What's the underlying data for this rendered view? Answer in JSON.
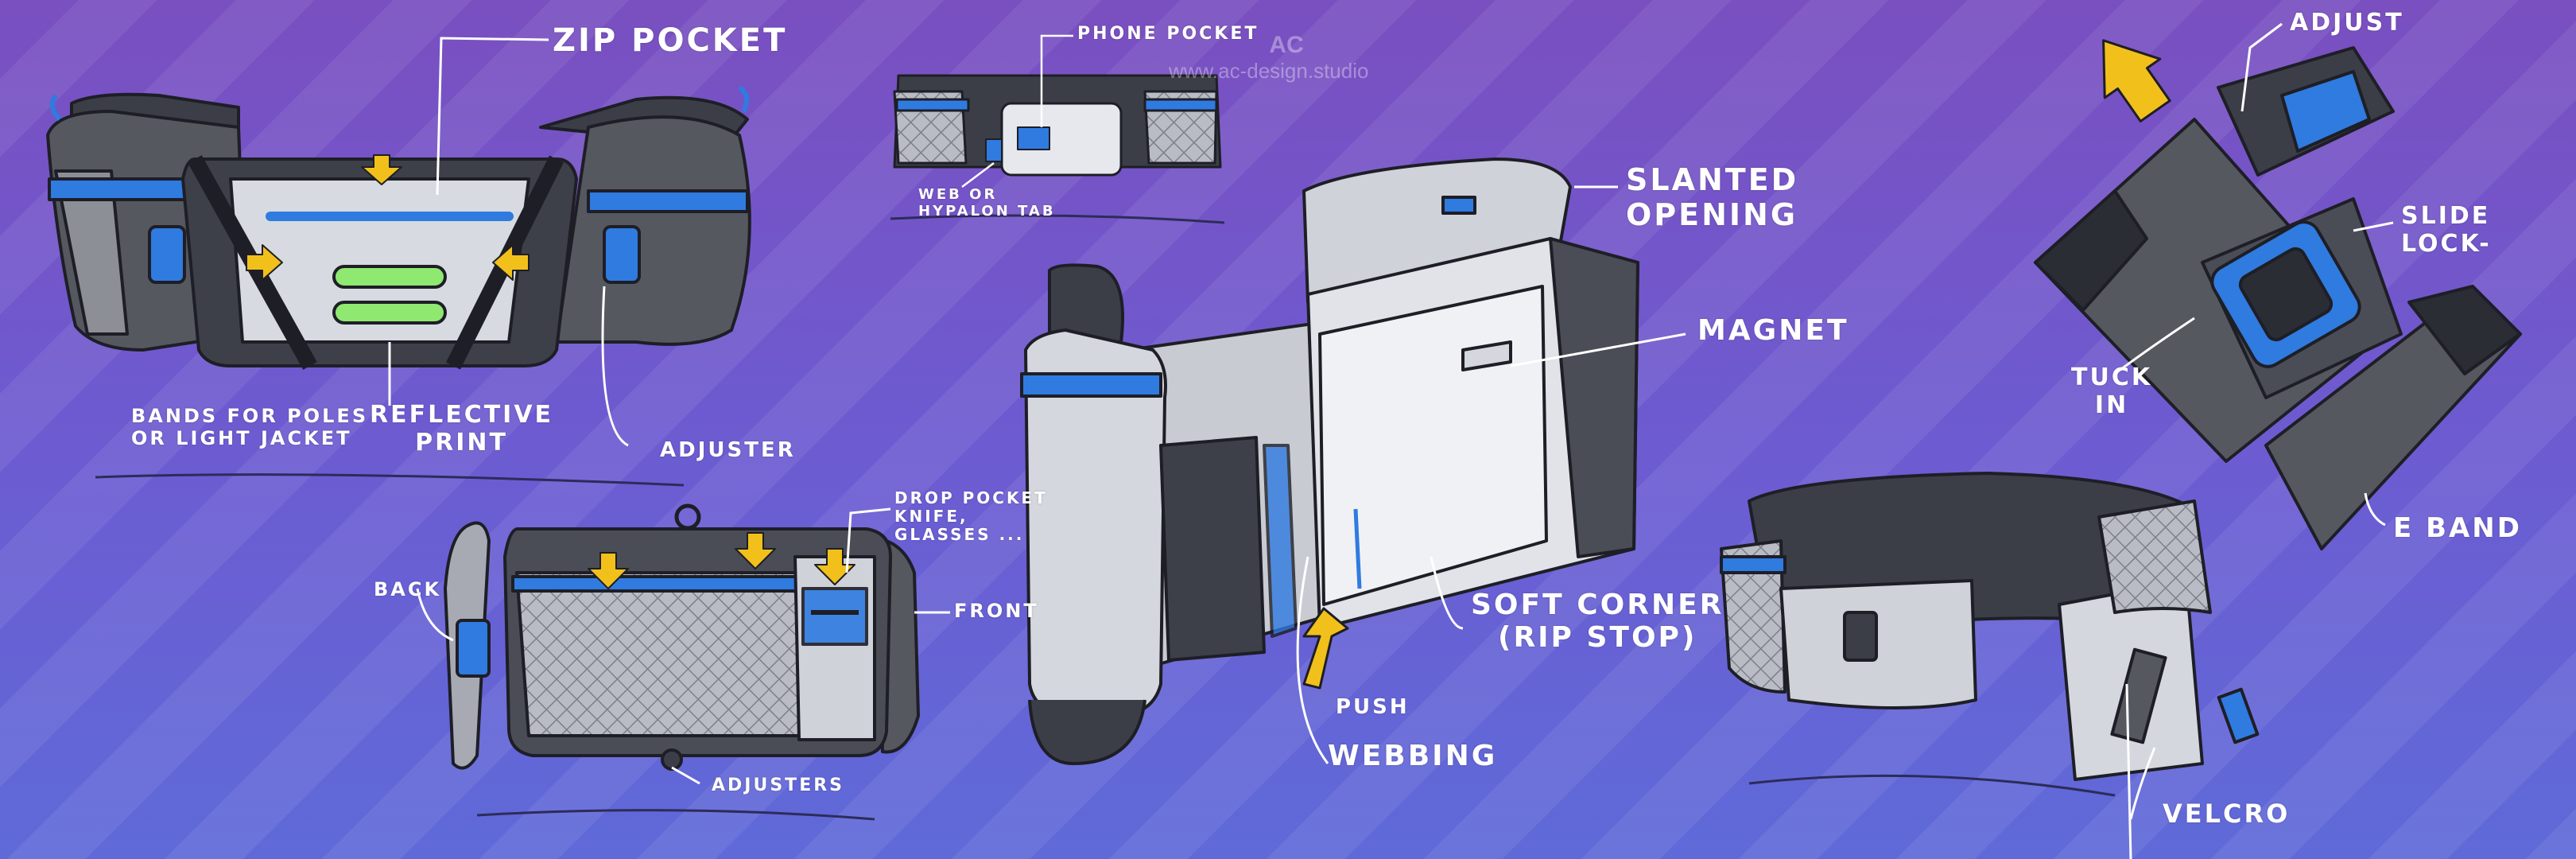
{
  "watermark": {
    "logo": "AC",
    "url": "www.ac-design.studio"
  },
  "labels": {
    "zip_pocket": "ZIP POCKET",
    "bands_for_poles": "BANDS FOR POLES\nOR LIGHT JACKET",
    "reflective_print": "REFLECTIVE\nPRINT",
    "adjuster": "ADJUSTER",
    "phone_pocket": "PHONE POCKET",
    "web_or_hypalon_tab": "WEB OR\nHYPALON TAB",
    "drop_pocket": "DROP POCKET\nKNIFE,\nGLASSES ...",
    "back": "BACK",
    "front": "FRONT",
    "adjusters": "ADJUSTERS",
    "slanted_opening": "SLANTED\nOPENING",
    "magnet": "MAGNET",
    "soft_corner": "SOFT CORNER\n(RIP STOP)",
    "push": "PUSH",
    "webbing": "WEBBING",
    "adjust": "ADJUST",
    "slide_lock": "SLIDE\nLOCK-",
    "tuck_in": "TUCK\nIN",
    "e_band": "E BAND",
    "velcro": "VELCRO"
  },
  "colors": {
    "accent_blue": "#2f7be0",
    "arrow_yellow": "#f2c01a",
    "reflective_green": "#8fe870"
  }
}
